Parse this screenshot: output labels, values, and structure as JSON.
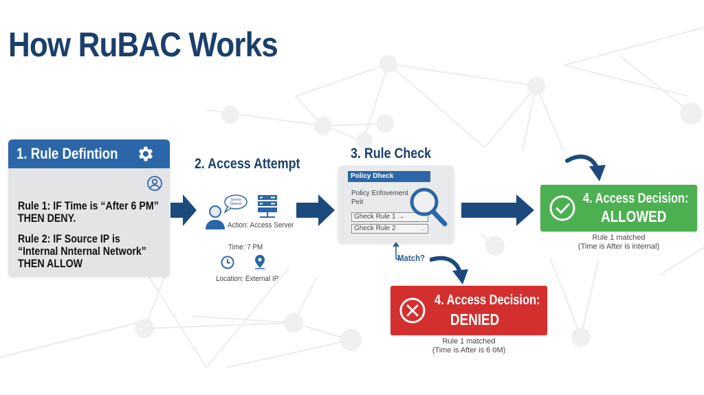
{
  "title": "How RuBAC Works",
  "colors": {
    "title": "#1b3f6b",
    "header_blue": "#2b67a8",
    "arrow_blue": "#1d4a7c",
    "allowed_green": "#4caf50",
    "denied_red": "#d32f2f"
  },
  "step1": {
    "title": "1. Rule Defintion",
    "icons": [
      "gear-icon",
      "user-icon"
    ],
    "rules": [
      {
        "line1": "Rule 1: IF Time is “After 6 PM”",
        "line2": "THEN DENY."
      },
      {
        "line1": "Rule 2: IF Source IP is",
        "line2": "“Internal Nnternal Network”",
        "line3": "THEN ALLOW"
      }
    ]
  },
  "step2": {
    "title": "2. Access Attempt",
    "speech_bubble": "Source Deacon",
    "action": "Action: Access Server",
    "time": "Time: 7 PM",
    "location": "Location: External IP",
    "icons": [
      "user-icon",
      "speech-bubble-icon",
      "server-icon",
      "clock-icon",
      "location-pin-icon"
    ]
  },
  "step3": {
    "title": "3. Rule Check",
    "panel_header": "Policy Dheck",
    "panel_subtitle": "Policy Enfovement Peit",
    "checks": [
      "Gheck Rule 1 →",
      "Gheck Rule 2"
    ],
    "check2_suffix": "..",
    "match_label": "Match?",
    "icons": [
      "magnifier-icon"
    ]
  },
  "decisions": {
    "allowed": {
      "line1": "4. Access Decision:",
      "line2": "ALLOWED",
      "note1": "Rule 1 matched",
      "note2": "(Time is After is internal)"
    },
    "denied": {
      "line1": "4. Access Decision:",
      "line2": "DENIED",
      "note1": "Rule 1 matched",
      "note2": "(Time is After is 6 0M)"
    }
  }
}
